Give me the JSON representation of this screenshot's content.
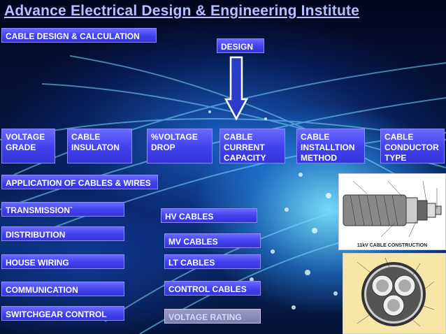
{
  "title": "Advance Electrical Design & Engineering Institute",
  "header_box": "CABLE DESIGN & CALCULATION",
  "design_box": "DESIGN",
  "design_params": [
    {
      "line1": "VOLTAGE",
      "line2": "GRADE",
      "line3": ""
    },
    {
      "line1": "CABLE",
      "line2": "INSULATON",
      "line3": ""
    },
    {
      "line1": "%VOLTAGE",
      "line2": "DROP",
      "line3": ""
    },
    {
      "line1": "CABLE",
      "line2": "CURRENT",
      "line3": "CAPACITY"
    },
    {
      "line1": "CABLE",
      "line2": "INSTALLTION",
      "line3": "METHOD"
    },
    {
      "line1": "CABLE",
      "line2": "CONDUCTOR",
      "line3": "TYPE"
    }
  ],
  "application_header": "APPLICATION OF CABLES & WIRES",
  "applications": [
    "TRANSMISSION`",
    "DISTRIBUTION",
    "HOUSE WIRING",
    "COMMUNICATION",
    "SWITCHGEAR CONTROL"
  ],
  "cable_types": [
    "HV CABLES",
    "MV CABLES",
    "LT CABLES",
    "CONTROL CABLES"
  ],
  "voltage_rating": "VOLTAGE  RATING",
  "image1_caption": "11kV CABLE CONSTRUCTION"
}
